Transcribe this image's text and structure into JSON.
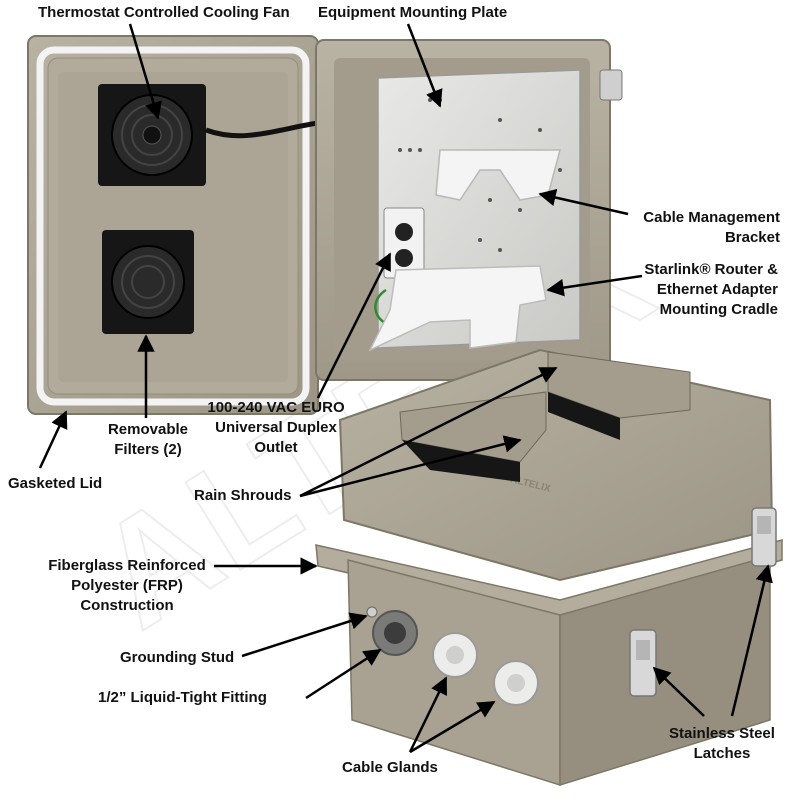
{
  "watermark": "ALTELIX",
  "labels": {
    "fan": "Thermostat Controlled Cooling Fan",
    "plate": "Equipment Mounting Plate",
    "cable_bracket": [
      "Cable Management",
      "Bracket"
    ],
    "starlink": [
      "Starlink® Router &",
      "Ethernet Adapter",
      "Mounting Cradle"
    ],
    "outlet": [
      "100-240 VAC EURO",
      "Universal Duplex",
      "Outlet"
    ],
    "filters": [
      "Removable",
      "Filters (2)"
    ],
    "gasketed_lid": "Gasketed Lid",
    "rain_shrouds": "Rain Shrouds",
    "frp": [
      "Fiberglass Reinforced",
      "Polyester (FRP)",
      "Construction"
    ],
    "grounding_stud": "Grounding Stud",
    "liquid_tight": "1/2” Liquid-Tight Fitting",
    "cable_glands": "Cable Glands",
    "latches": [
      "Stainless Steel",
      "Latches"
    ]
  },
  "colors": {
    "enclosure": "#a7a08f",
    "enclosure_light": "#bdb6a6",
    "enclosure_dark": "#8c8575",
    "plate": "#dcdcda",
    "fan": "#161616",
    "bracket": "#f4f4f4",
    "label_text": "#111111"
  }
}
